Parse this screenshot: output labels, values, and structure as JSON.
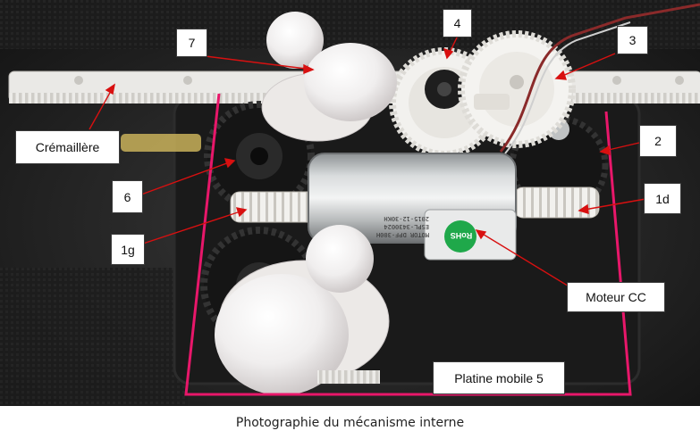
{
  "labels": {
    "cremaillere": "Crémaillère",
    "n7": "7",
    "n4": "4",
    "n3": "3",
    "n2": "2",
    "n6": "6",
    "n1d": "1d",
    "n1g": "1g",
    "moteur": "Moteur CC",
    "platine": "Platine mobile 5"
  },
  "motor_text": {
    "line1": "MOTOR DPF-300H",
    "line2": "ESPL-3430024",
    "line3": "2015-12-30KH",
    "badge": "RoHS"
  },
  "caption": "Photographie du mécanisme interne",
  "colors": {
    "frame": "#e8176a",
    "arrow": "#d81010",
    "badge": "#1fa84a",
    "plastic": "#f4f2ee"
  }
}
